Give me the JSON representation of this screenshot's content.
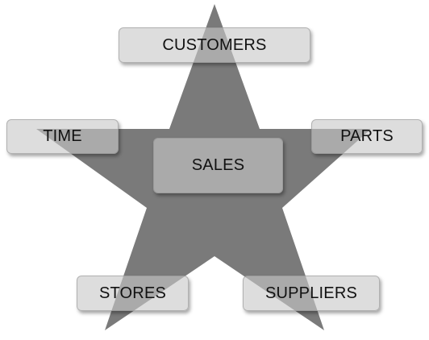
{
  "diagram": {
    "nodes": {
      "customers": "CUSTOMERS",
      "time": "TIME",
      "parts": "PARTS",
      "sales": "SALES",
      "stores": "STORES",
      "suppliers": "SUPPLIERS"
    },
    "colors": {
      "star_fill": "#7a7a7a",
      "box_fill": "#c8c8c8",
      "text": "#111111"
    }
  }
}
